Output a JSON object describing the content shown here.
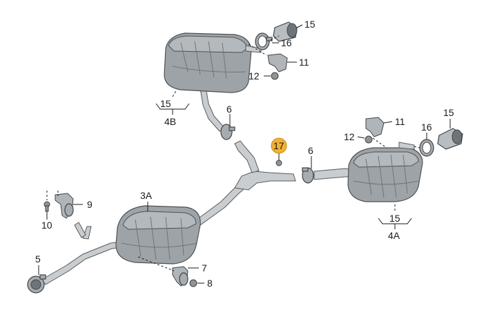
{
  "diagram": {
    "labels": {
      "l15_tip_top": "15",
      "l16_top": "16",
      "l11_top": "11",
      "l12_top": "12",
      "l15_rear_left": "15",
      "l4B": "4B",
      "l6_left": "6",
      "l17": "17",
      "l6_right": "6",
      "l11_right": "11",
      "l12_right": "12",
      "l15_tip_right": "15",
      "l16_right": "16",
      "l15_rear_right": "15",
      "l4A": "4A",
      "l3A": "3A",
      "l9": "9",
      "l10": "10",
      "l5": "5",
      "l7": "7",
      "l8": "8"
    },
    "highlight_color": "#f2b233"
  }
}
